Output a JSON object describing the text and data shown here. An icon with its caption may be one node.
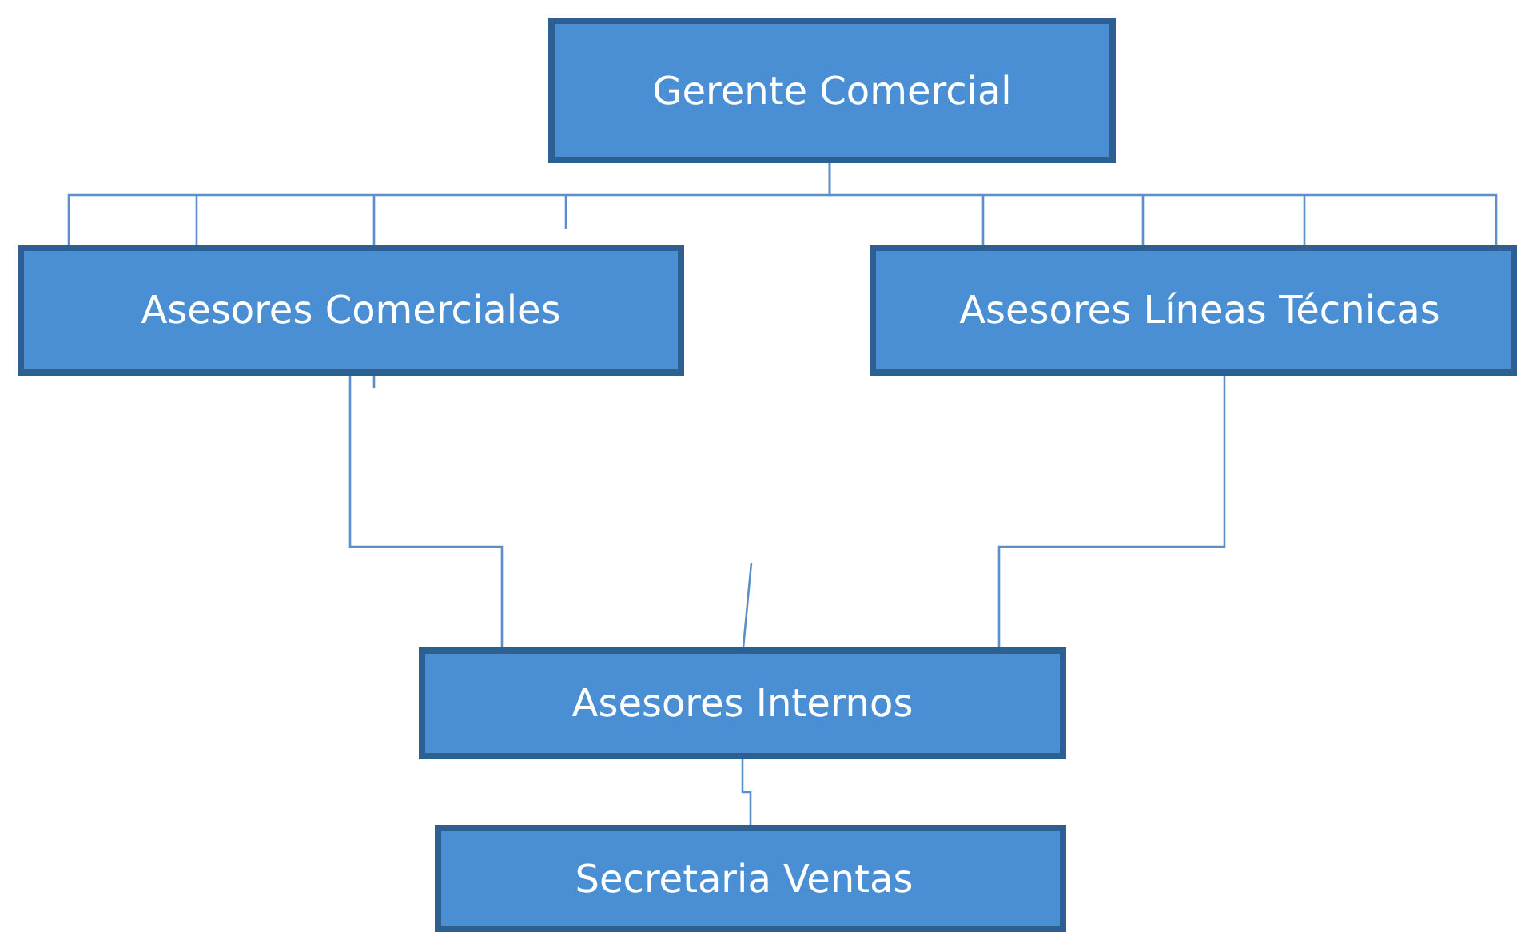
{
  "diagram": {
    "nodes": [
      {
        "text": [
          "Gerente Comercial"
        ]
      },
      {
        "text": [
          "Asesores Comerciales"
        ]
      },
      {
        "text": [
          "Asesores Líneas Técnicas"
        ]
      },
      {
        "text": [
          "Asesores Internos"
        ]
      },
      {
        "text": [
          "Secretaria Ventas"
        ]
      }
    ],
    "edges": [
      {
        "from": 0,
        "to": 1,
        "arrow": "none"
      },
      {
        "from": 0,
        "to": 2,
        "arrow": "none"
      },
      {
        "from": 1,
        "to": 3,
        "arrow": "none"
      },
      {
        "from": 2,
        "to": 3,
        "arrow": "none"
      },
      {
        "from": 3,
        "to": 4,
        "arrow": "none"
      }
    ]
  }
}
